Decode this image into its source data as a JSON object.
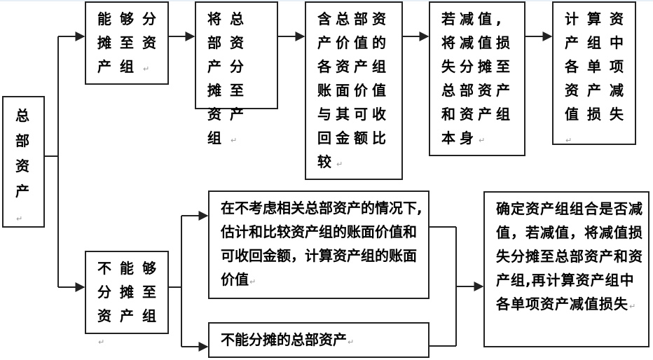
{
  "diagram": {
    "title": "总部资产减值测试流程",
    "root": {
      "id": "hq-assets",
      "text": "总部资产"
    },
    "branch_allocable": {
      "label": "能够分摊至资产组",
      "steps": [
        "将总部资产分摊至资产组",
        "含总部资产价值的各资产组账面价值与其可收回金额比较",
        "若减值,将减值损失分摊至总部资产和资产组本身",
        "计算资产组中各单项资产减值损失"
      ]
    },
    "branch_not_allocable": {
      "label": "不能够分摊至资产组",
      "parallel": [
        "在不考虑相关总部资产的情况下,估计和比较资产组的账面价值和可收回金额，计算资产组的账面价值",
        "不能分摊的总部资产"
      ],
      "result": "确定资产组组合是否减值，若减值，将减值损失分摊至总部资产和资产组,再计算资产组中各单项资产减值损失"
    },
    "paragraph_mark": "↵",
    "colors": {
      "line": "#222222",
      "box_border": "#222222",
      "text": "#000000",
      "background": "#ffffff"
    }
  }
}
